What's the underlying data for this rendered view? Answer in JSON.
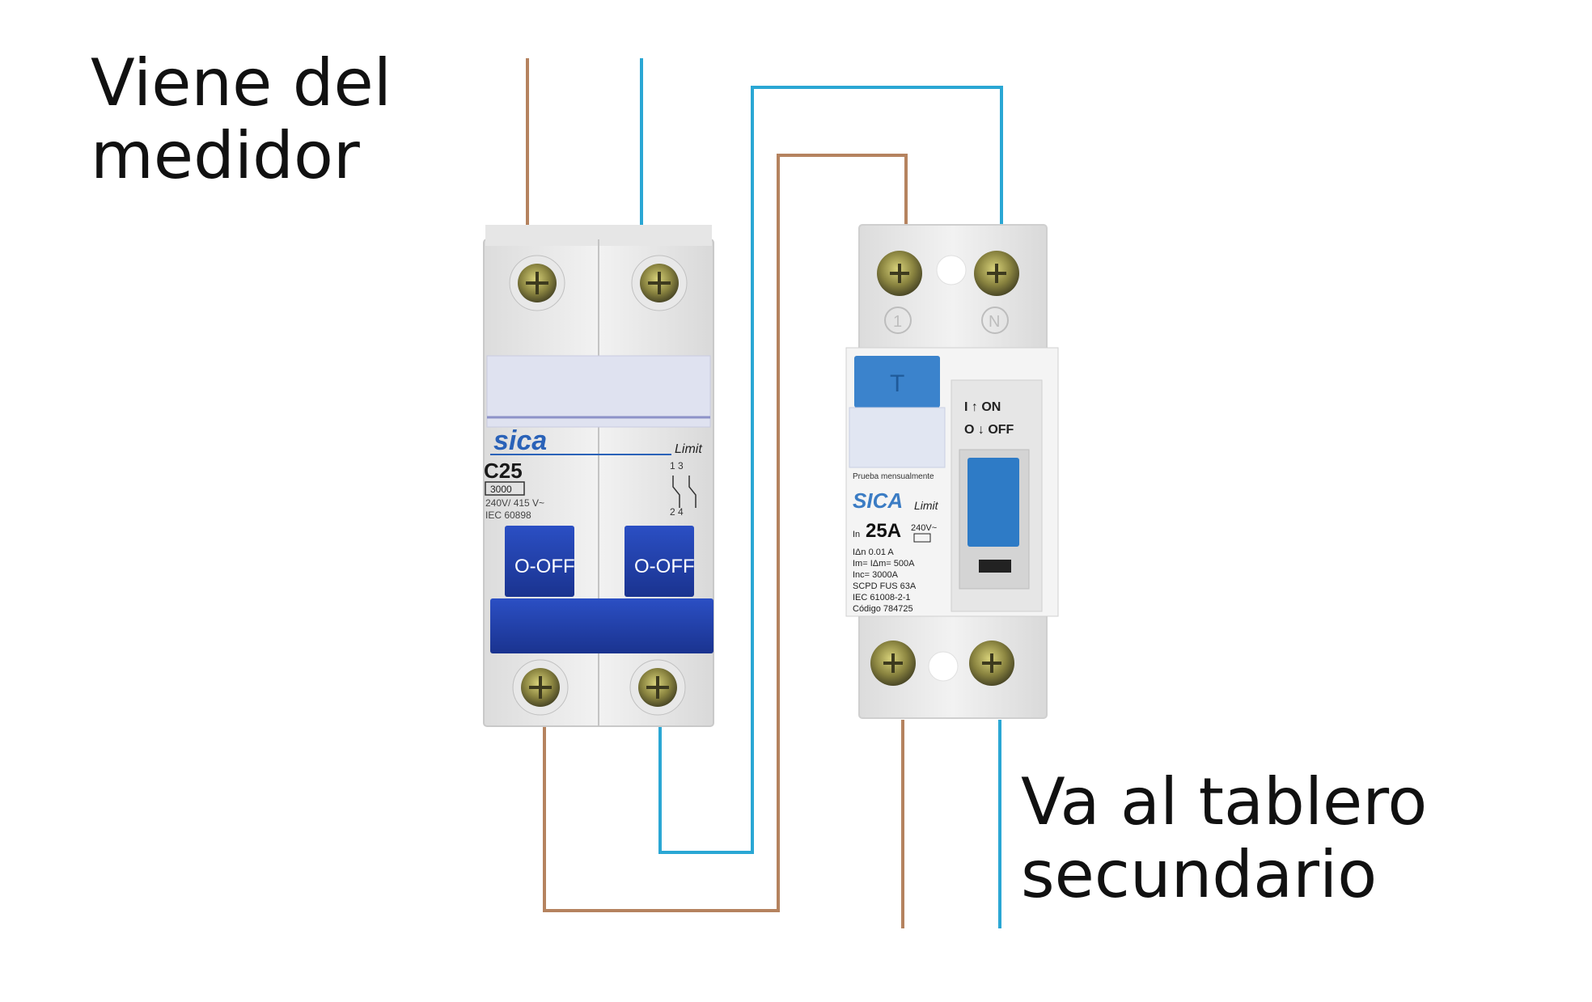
{
  "captions": {
    "top_line1": "Viene del",
    "top_line2": "medidor",
    "bottom_line1": "Va al tablero",
    "bottom_line2": "secundario"
  },
  "colors": {
    "phase_wire": "#b5835f",
    "neutral_wire": "#2aa7d4",
    "device_body": "#ececec",
    "lever_blue": "#1f3fa8",
    "rcd_blue": "#2e7bc6"
  },
  "breaker": {
    "brand": "sica",
    "series": "Limit",
    "model": "C25",
    "capacity": "3000",
    "voltage": "240V/ 415 V~",
    "standard": "IEC 60898",
    "lever_left": "O-OFF",
    "lever_right": "O-OFF",
    "terminal_top": "1  3",
    "terminal_bottom": "2  4"
  },
  "rcd": {
    "brand": "SICA",
    "series": "Limit",
    "test_button": "T",
    "test_note": "Prueba mensualmente",
    "in_prefix": "In",
    "rating": "25A",
    "voltage": "240V~",
    "specs": [
      "IΔn 0.01  A",
      "Im= IΔm= 500A",
      "Inc= 3000A",
      "SCPD FUS 63A",
      "IEC 61008-2-1",
      "Código 784725"
    ],
    "on_label": "I ↑ ON",
    "off_label": "O ↓ OFF",
    "terminal_1": "1",
    "terminal_n": "N"
  }
}
